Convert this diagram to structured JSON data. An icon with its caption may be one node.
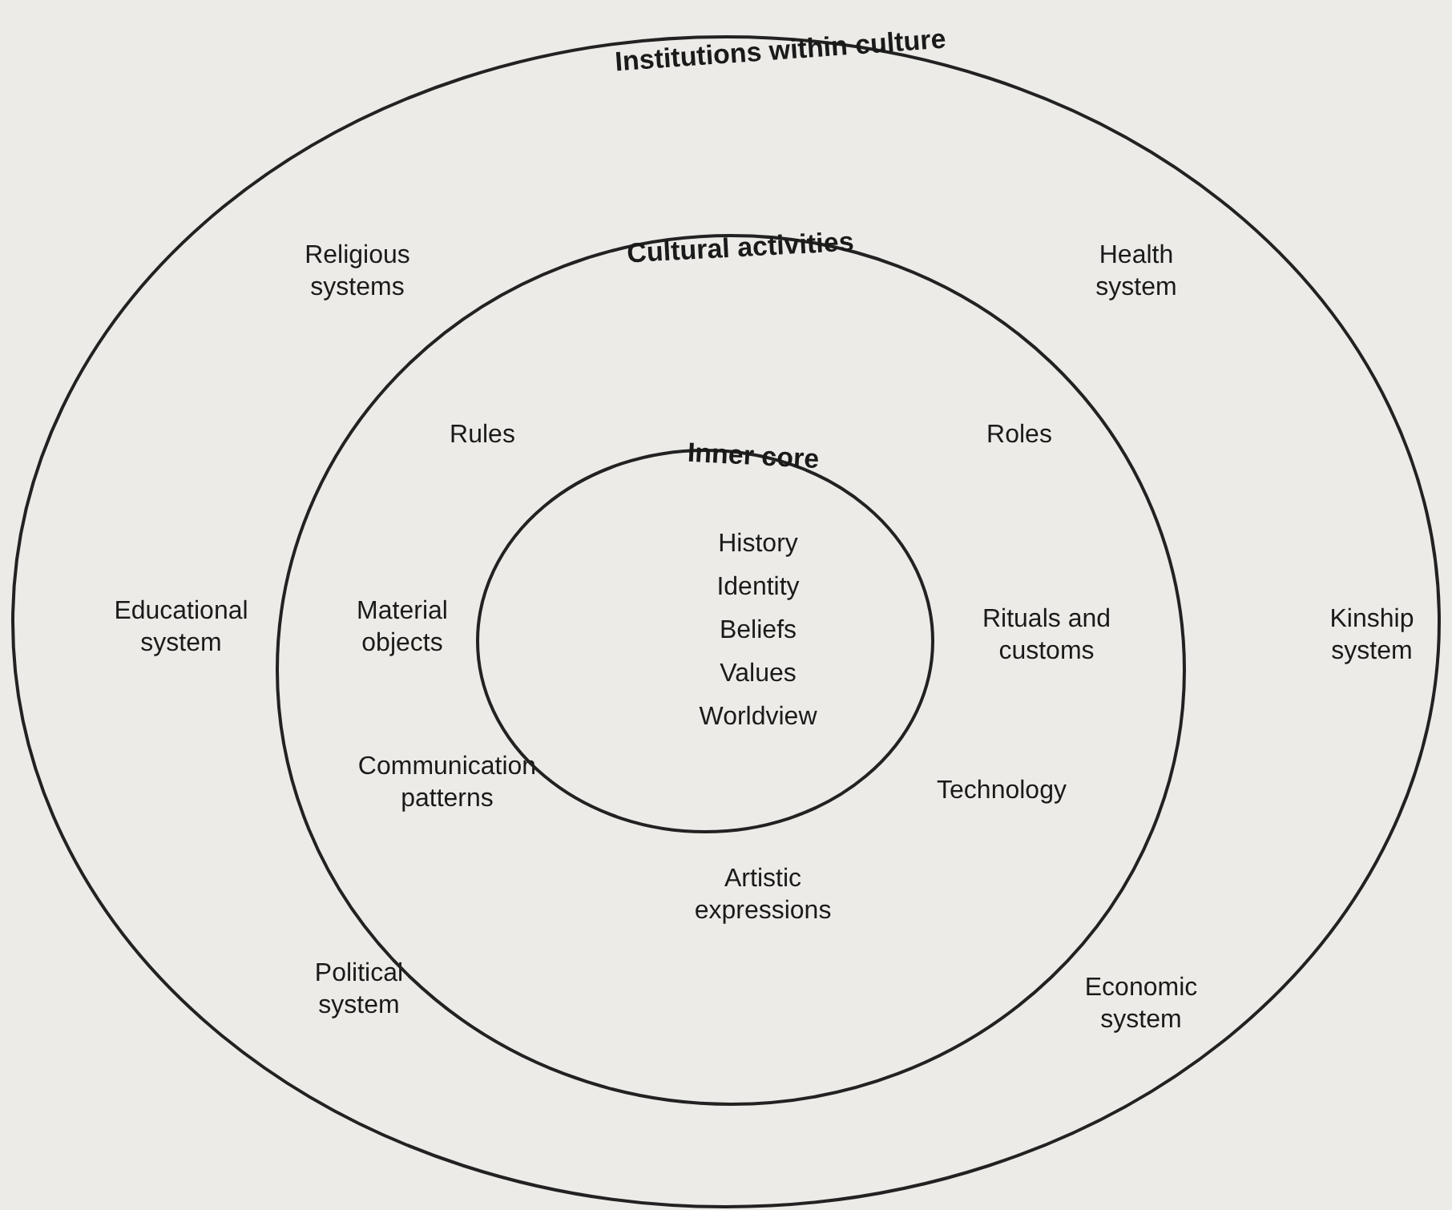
{
  "diagram": {
    "nodes": [
      {
        "text": [
          "Institutions within culture",
          "Religious systems",
          "Health system",
          "Educational system",
          "Kinship system",
          "Political system",
          "Economic system"
        ]
      },
      {
        "text": [
          "Cultural activities",
          "Rules",
          "Roles",
          "Material objects",
          "Rituals and customs",
          "Communication patterns",
          "Technology",
          "Artistic expressions"
        ],
        "in": 0
      },
      {
        "text": [
          "Inner core",
          "History",
          "Identity",
          "Beliefs",
          "Values",
          "Worldview"
        ],
        "in": 1
      }
    ]
  }
}
